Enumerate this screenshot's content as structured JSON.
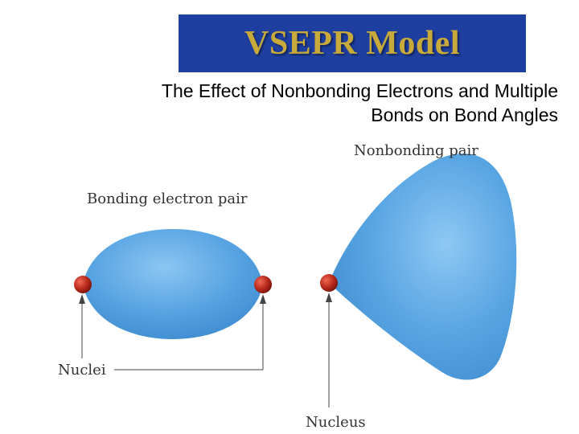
{
  "slide": {
    "title": "VSEPR Model",
    "subtitle_line1": "The Effect of Nonbonding Electrons and Multiple",
    "subtitle_line2": "Bonds on Bond Angles"
  },
  "diagram": {
    "labels": {
      "bonding_pair": "Bonding electron pair",
      "nonbonding_pair": "Nonbonding pair",
      "nuclei": "Nuclei",
      "nucleus": "Nucleus"
    }
  },
  "colors": {
    "banner_fill": "#1e3fa0",
    "title_text": "#c8aa3c",
    "lobe": "#4f9fe0",
    "nucleus": "#b3281c"
  }
}
